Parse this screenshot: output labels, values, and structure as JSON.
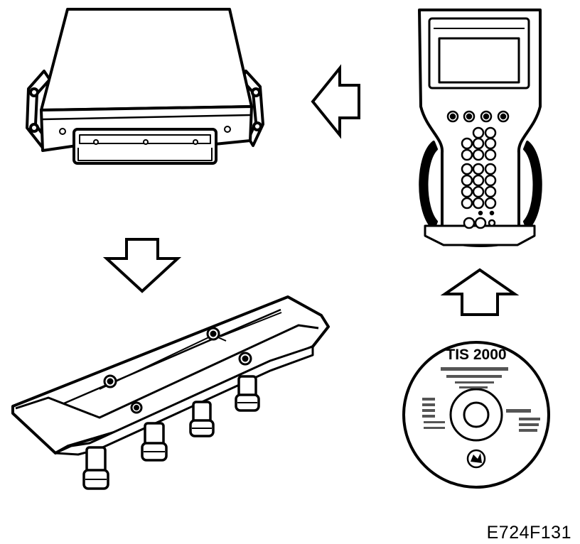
{
  "figure": {
    "code": "E724F131"
  },
  "cd": {
    "title": "TIS 2000"
  },
  "components": [
    "control-module",
    "diagnostic-handheld-tool",
    "software-cd",
    "ignition-cassette"
  ],
  "flow": [
    "software-cd",
    "diagnostic-handheld-tool",
    "control-module",
    "ignition-cassette"
  ],
  "colors": {
    "ink": "#000000",
    "paper": "#ffffff",
    "shade": "#555555"
  }
}
